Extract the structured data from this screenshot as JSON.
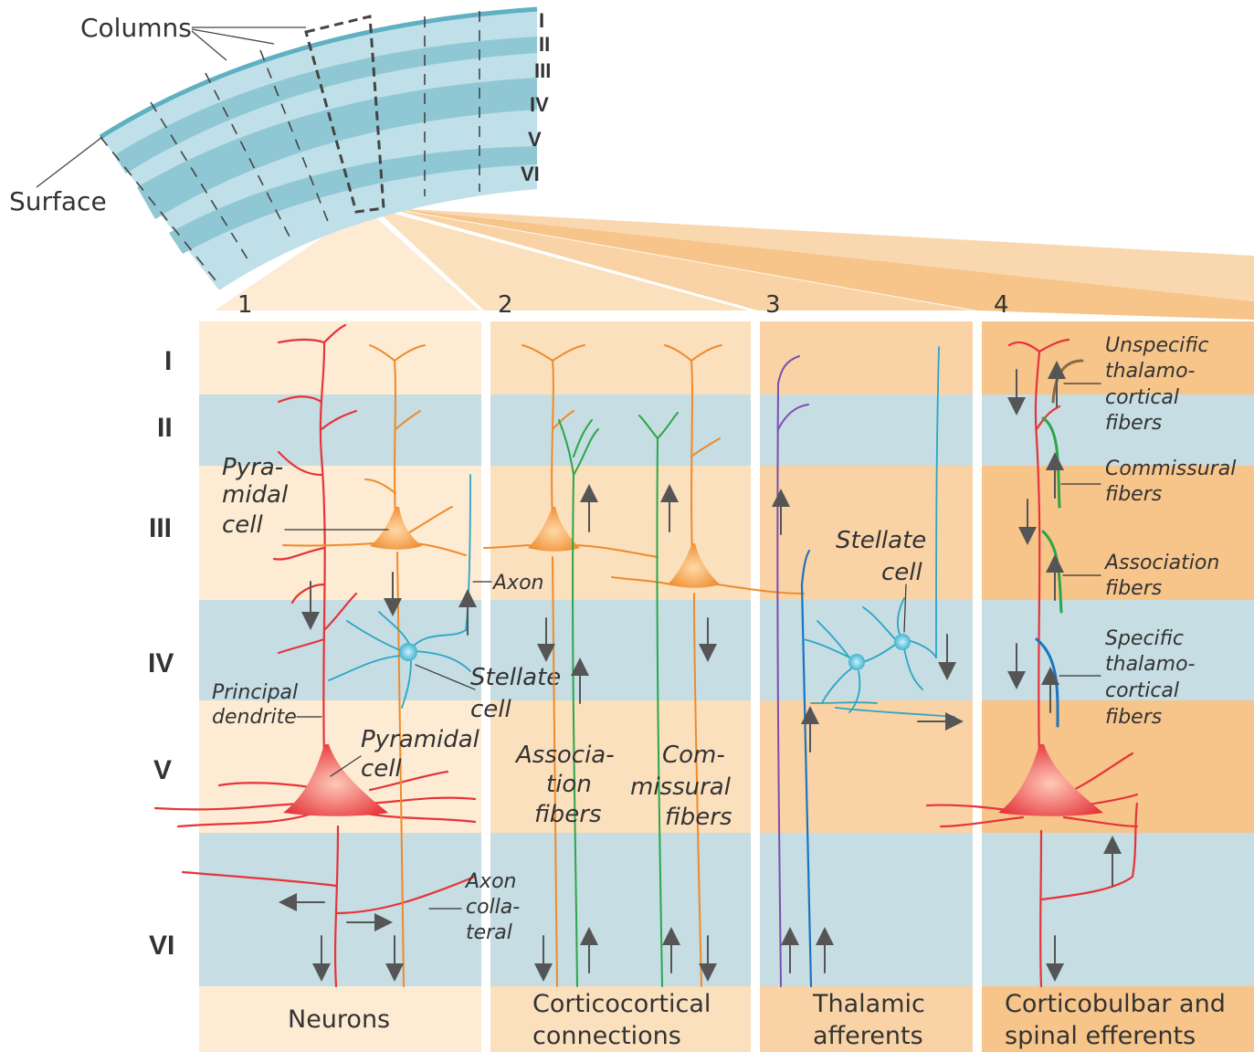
{
  "top": {
    "columns_label": "Columns",
    "surface_label": "Surface",
    "layers": [
      "I",
      "II",
      "III",
      "IV",
      "V",
      "VI"
    ]
  },
  "panels": [
    {
      "number": "1",
      "caption": [
        "Neurons"
      ]
    },
    {
      "number": "2",
      "caption": [
        "Corticocortical",
        "connections"
      ]
    },
    {
      "number": "3",
      "caption": [
        "Thalamic",
        "afferents"
      ]
    },
    {
      "number": "4",
      "caption": [
        "Corticobulbar and",
        "spinal efferents"
      ]
    }
  ],
  "layer_labels": [
    "I",
    "II",
    "III",
    "IV",
    "V",
    "VI"
  ],
  "panel1": {
    "pyramidal_upper": [
      "Pyra-",
      "midal",
      "cell"
    ],
    "axon": "Axon",
    "stellate": [
      "Stellate",
      "cell"
    ],
    "principal_dendrite": [
      "Principal",
      "dendrite"
    ],
    "pyramidal_lower": [
      "Pyramidal",
      "cell"
    ],
    "axon_collateral": [
      "Axon",
      "colla-",
      "teral"
    ]
  },
  "panel2": {
    "association": [
      "Associa-",
      "tion",
      "fibers"
    ],
    "commissural": [
      "Com-",
      "missural",
      "fibers"
    ]
  },
  "panel3": {
    "stellate": [
      "Stellate",
      "cell"
    ]
  },
  "panel4": {
    "unspecific": [
      "Unspecific",
      "thalamo-",
      "cortical",
      "fibers"
    ],
    "commissural": [
      "Commissural",
      "fibers"
    ],
    "association": [
      "Association",
      "fibers"
    ],
    "specific": [
      "Specific",
      "thalamo-",
      "cortical",
      "fibers"
    ]
  },
  "colors": {
    "light_band": "#fdebd3",
    "blue_band": "#c5dde3",
    "orange_band": "#f9d3a6",
    "pyramidal_red": "#e5343a",
    "pyramidal_orange": "#ef8a2b",
    "stellate_blue": "#2aa6c4",
    "assoc_green": "#2aa64a",
    "thalamic_purple": "#7a4fb0",
    "specific_blue": "#1b74c0",
    "unspecific_brown": "#8a6a44"
  }
}
